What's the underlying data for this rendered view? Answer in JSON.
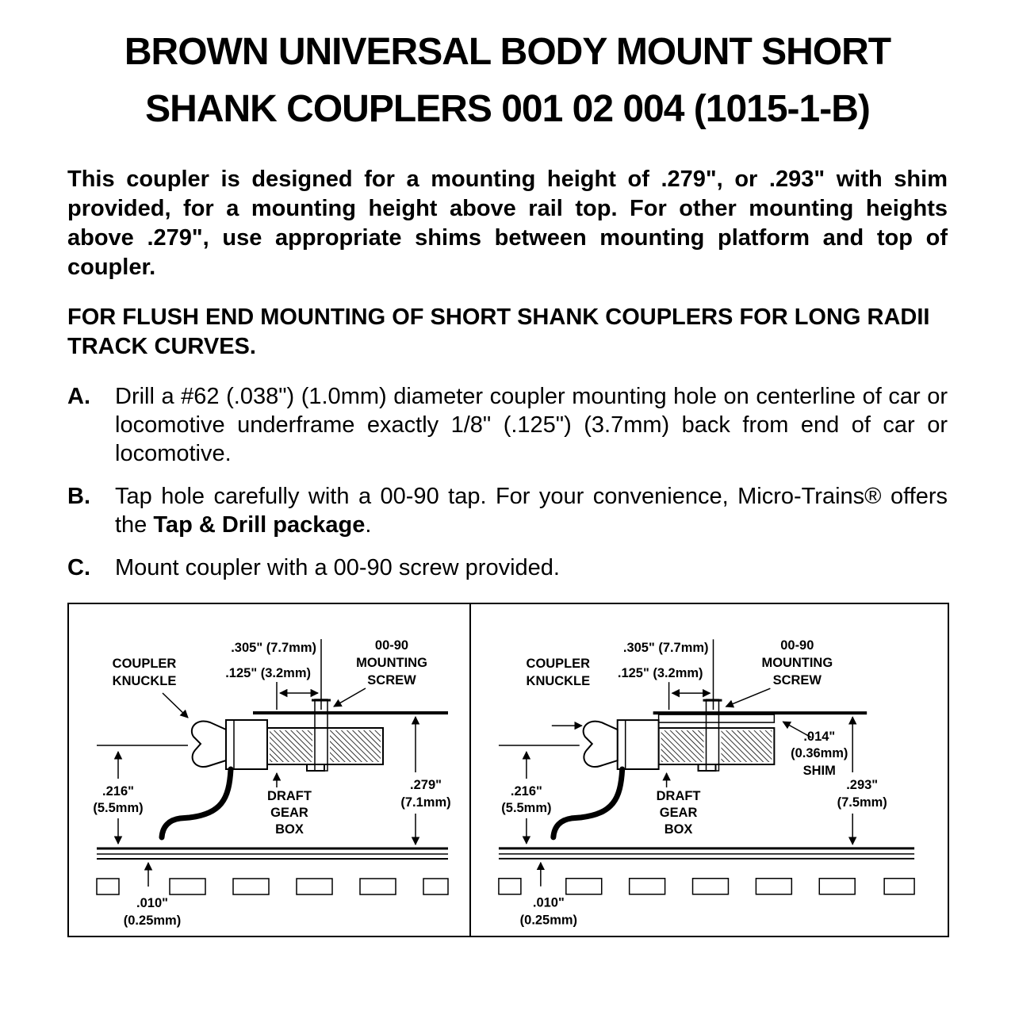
{
  "title": {
    "line1": "BROWN UNIVERSAL BODY MOUNT SHORT",
    "line2": "SHANK COUPLERS 001 02 004 (1015-1-B)"
  },
  "intro": "This coupler is designed for a mounting height of .279\", or .293\" with shim provided, for a mounting height above rail top. For other mounting heights above .279\", use appropriate shims between mounting platform and top of coupler.",
  "section_heading": "FOR FLUSH END MOUNTING OF SHORT SHANK COUPLERS FOR LONG RADII TRACK CURVES.",
  "steps": {
    "a": {
      "letter": "A.",
      "text": "Drill a #62 (.038\") (1.0mm) diameter coupler mounting hole on centerline of car or locomotive underframe exactly 1/8\" (.125\") (3.7mm) back from end of car or locomotive."
    },
    "b": {
      "letter": "B.",
      "pre": "Tap hole carefully with a 00-90 tap. For your convenience, Micro-Trains® offers the ",
      "bold": "Tap & Drill package",
      "post": "."
    },
    "c": {
      "letter": "C.",
      "text": "Mount coupler with a 00-90 screw provided."
    }
  },
  "diagrams": {
    "left": {
      "dim_top": ".305\" (7.7mm)",
      "dim_mid": ".125\" (3.2mm)",
      "screw1": "00-90",
      "screw2": "MOUNTING",
      "screw3": "SCREW",
      "knuckle1": "COUPLER",
      "knuckle2": "KNUCKLE",
      "left_dim1": ".216\"",
      "left_dim2": "(5.5mm)",
      "draft1": "DRAFT",
      "draft2": "GEAR",
      "draft3": "BOX",
      "height1": ".279\"",
      "height2": "(7.1mm)",
      "gap1": ".010\"",
      "gap2": "(0.25mm)"
    },
    "right": {
      "dim_top": ".305\" (7.7mm)",
      "dim_mid": ".125\" (3.2mm)",
      "screw1": "00-90",
      "screw2": "MOUNTING",
      "screw3": "SCREW",
      "knuckle1": "COUPLER",
      "knuckle2": "KNUCKLE",
      "shim1": ".014\"",
      "shim2": "(0.36mm)",
      "shim3": "SHIM",
      "left_dim1": ".216\"",
      "left_dim2": "(5.5mm)",
      "draft1": "DRAFT",
      "draft2": "GEAR",
      "draft3": "BOX",
      "height1": ".293\"",
      "height2": "(7.5mm)",
      "gap1": ".010\"",
      "gap2": "(0.25mm)"
    }
  }
}
